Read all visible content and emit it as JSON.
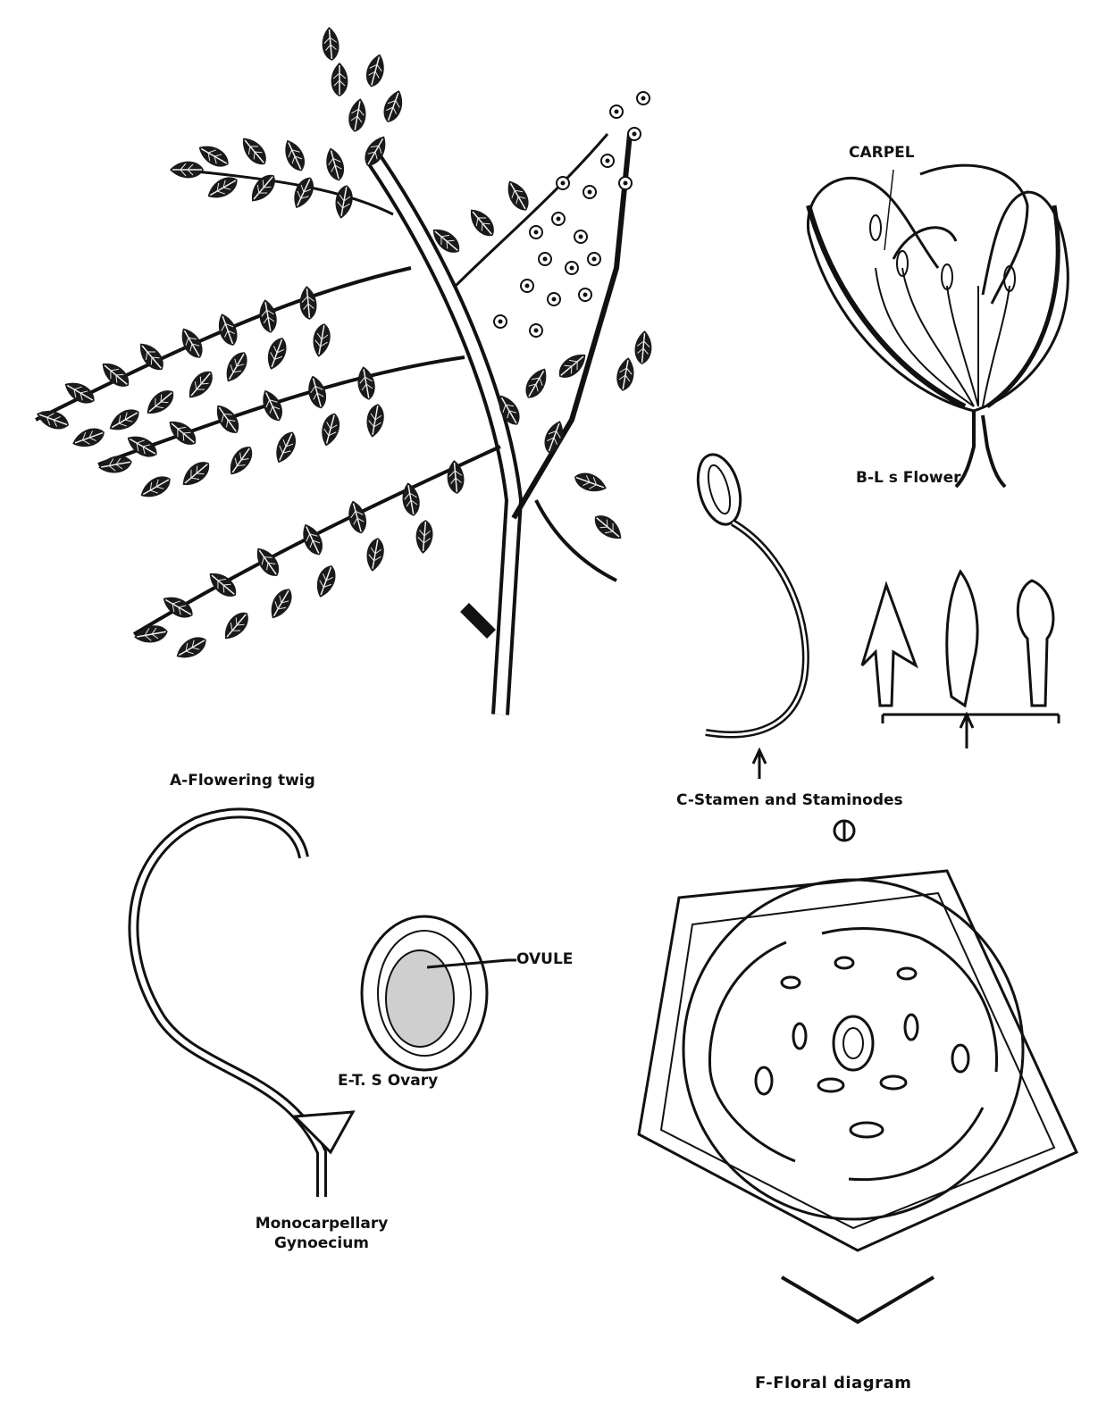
{
  "labels": {
    "a": "A-Flowering twig",
    "b": "B-L s Flower",
    "carpel": "CARPEL",
    "c": "C-Stamen and Staminodes",
    "ovule": "OVULE",
    "e": "E-T. S Ovary",
    "d_line1": "Monocarpellary",
    "d_line2": "Gynoecium",
    "f": "F-Floral diagram"
  }
}
